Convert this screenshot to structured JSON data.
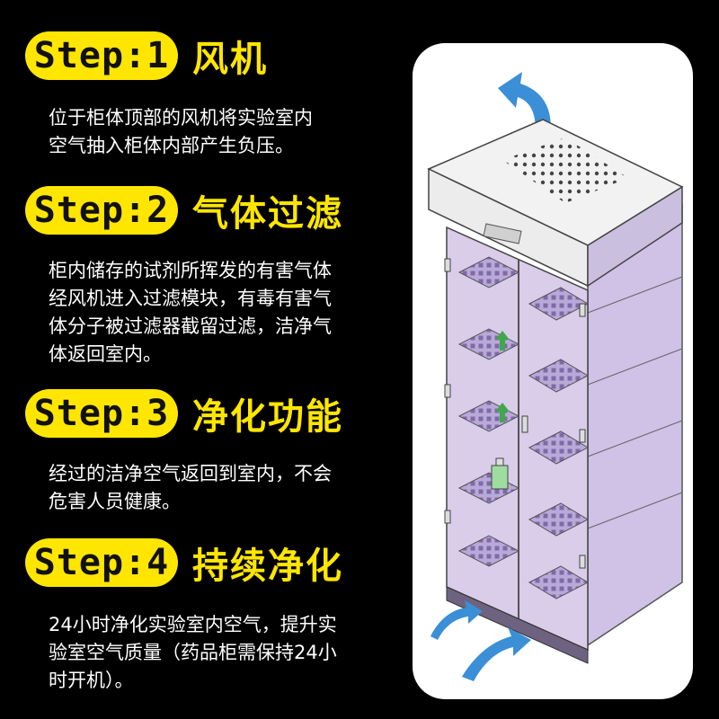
{
  "steps": [
    {
      "badge": "Step:1",
      "title": "风机",
      "lines": [
        "位于柜体顶部的风机将实验室内",
        "空气抽入柜体内部产生负压。"
      ]
    },
    {
      "badge": "Step:2",
      "title": "气体过滤",
      "lines": [
        "柜内储存的试剂所挥发的有害气体",
        "经风机进入过滤模块，有毒有害气",
        "体分子被过滤器截留过滤，洁净气",
        "体返回室内。"
      ]
    },
    {
      "badge": "Step:3",
      "title": "净化功能",
      "lines": [
        "经过的洁净空气返回到室内，不会",
        "危害人员健康。"
      ]
    },
    {
      "badge": "Step:4",
      "title": "持续净化",
      "lines": [
        "24小时净化实验室内空气，提升实",
        "验室空气质量（药品柜需保持24小",
        "时开机）。"
      ]
    }
  ],
  "colors": {
    "accent": "#ffe600",
    "background": "#000000",
    "cabinet": "#d9cdea",
    "arrow": "#3b8fd6"
  }
}
